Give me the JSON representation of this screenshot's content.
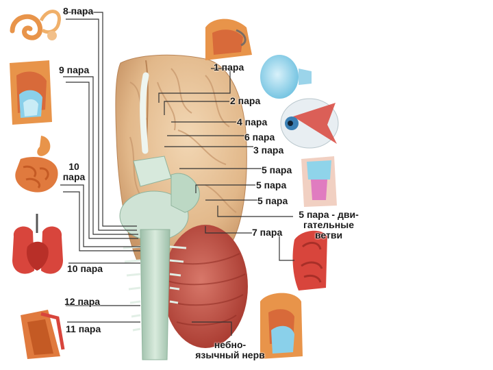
{
  "labels": {
    "pair8": "8 пара",
    "pair9": "9 пара",
    "pair10_line1": "10",
    "pair10_line2": "пара",
    "pair10_lower": "10 пара",
    "pair12": "12 пара",
    "pair11": "11 пара",
    "pair1": "1 пара",
    "pair2": "2 пара",
    "pair4": "4 пара",
    "pair6": "6 пара",
    "pair3": "3 пара",
    "pair5a": "5 пара",
    "pair5b": "5 пара",
    "pair5c": "5 пара",
    "pair5_motor_line1": "5 пара - дви-",
    "pair5_motor_line2": "гательные",
    "pair5_motor_line3": "ветви",
    "pair7": "7 пара",
    "palatine_line1": "небно-",
    "palatine_line2": "язычный нерв"
  },
  "colors": {
    "cortex": "#e6bf94",
    "cerebellum": "#c4574a",
    "brainstem": "#bfd6c6",
    "organ_orange": "#e8944a",
    "organ_red": "#d8453c",
    "eye_blue": "#8fd4ea",
    "leader_line": "#333333"
  }
}
